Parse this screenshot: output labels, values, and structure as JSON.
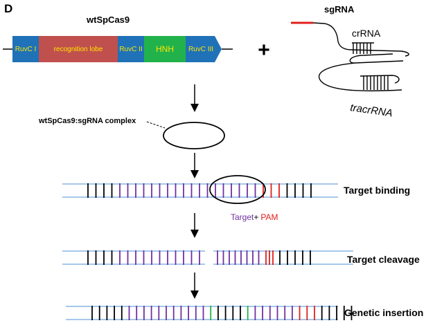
{
  "panel_letter": "D",
  "protein": {
    "title": "wtSpCas9",
    "domains": [
      {
        "label": "RuvC I",
        "color": "#1f72b8"
      },
      {
        "label": "recognition lobe",
        "color": "#c0504d"
      },
      {
        "label": "RuvC II",
        "color": "#1f72b8"
      },
      {
        "label": "HNH",
        "color": "#22b24c"
      },
      {
        "label": "RuvC III",
        "color": "#1f72b8"
      }
    ],
    "domain_text_color": "#ffe600"
  },
  "plus": "+",
  "sgrna": {
    "title": "sgRNA",
    "crrna_label": "crRNA",
    "tracrrna_label": "tracrRNA",
    "guide_color": "#e0201b"
  },
  "complex_label": "wtSpCas9:sgRNA complex",
  "steps": [
    {
      "label": "Target binding"
    },
    {
      "label": "Target cleavage"
    },
    {
      "label": "Genetic insertion"
    }
  ],
  "legend": {
    "target_text": "Target",
    "target_color": "#7030a0",
    "plus": "+",
    "pam_text": "PAM",
    "pam_color": "#e0201b"
  },
  "colors": {
    "dna_strand": "#6fa8dc",
    "plain_bar": "#000000",
    "target_bar": "#7030a0",
    "pam_bar": "#e0201b",
    "insert_bar": "#22b24c"
  }
}
